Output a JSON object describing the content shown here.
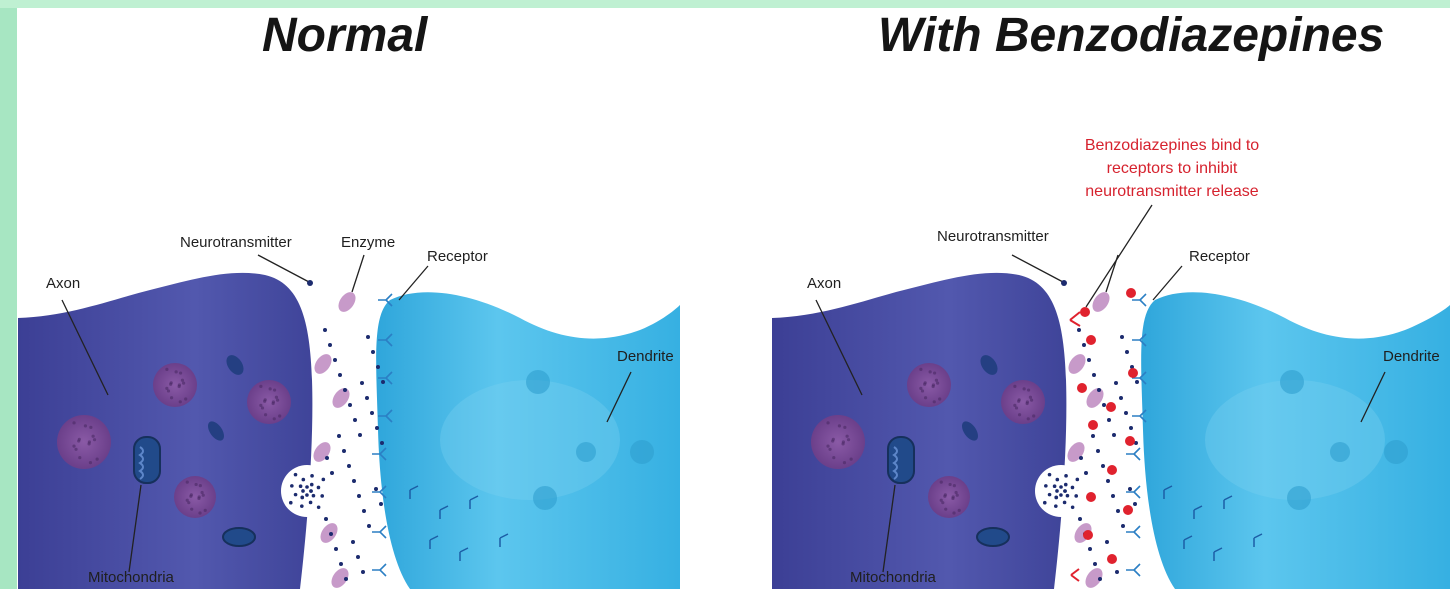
{
  "panels": {
    "normal": {
      "title": "Normal",
      "labels": {
        "axon": "Axon",
        "neurotransmitter": "Neurotransmitter",
        "enzyme": "Enzyme",
        "receptor": "Receptor",
        "dendrite": "Dendrite",
        "mitochondria": "Mitochondria"
      }
    },
    "benzodiazepines": {
      "title": "With Benzodiazepines",
      "annotation": [
        "Benzodiazepines bind to",
        "receptors to inhibit",
        "neurotransmitter release"
      ],
      "labels": {
        "axon": "Axon",
        "neurotransmitter": "Neurotransmitter",
        "receptor": "Receptor",
        "dendrite": "Dendrite",
        "mitochondria": "Mitochondria"
      }
    }
  },
  "colors": {
    "axon": "#4a4fa6",
    "axon_highlight": "#5b61b8",
    "dendrite": "#3db3e3",
    "dendrite_highlight": "#6fcdf0",
    "vesicle_bodies": "#7a4a95",
    "enzyme": "#c79ac9",
    "neurotransmitter": "#1c2b6e",
    "benzodiazepine": "#e0222e",
    "annotation_text": "#d6222e",
    "frame": "#a7e6c2"
  }
}
